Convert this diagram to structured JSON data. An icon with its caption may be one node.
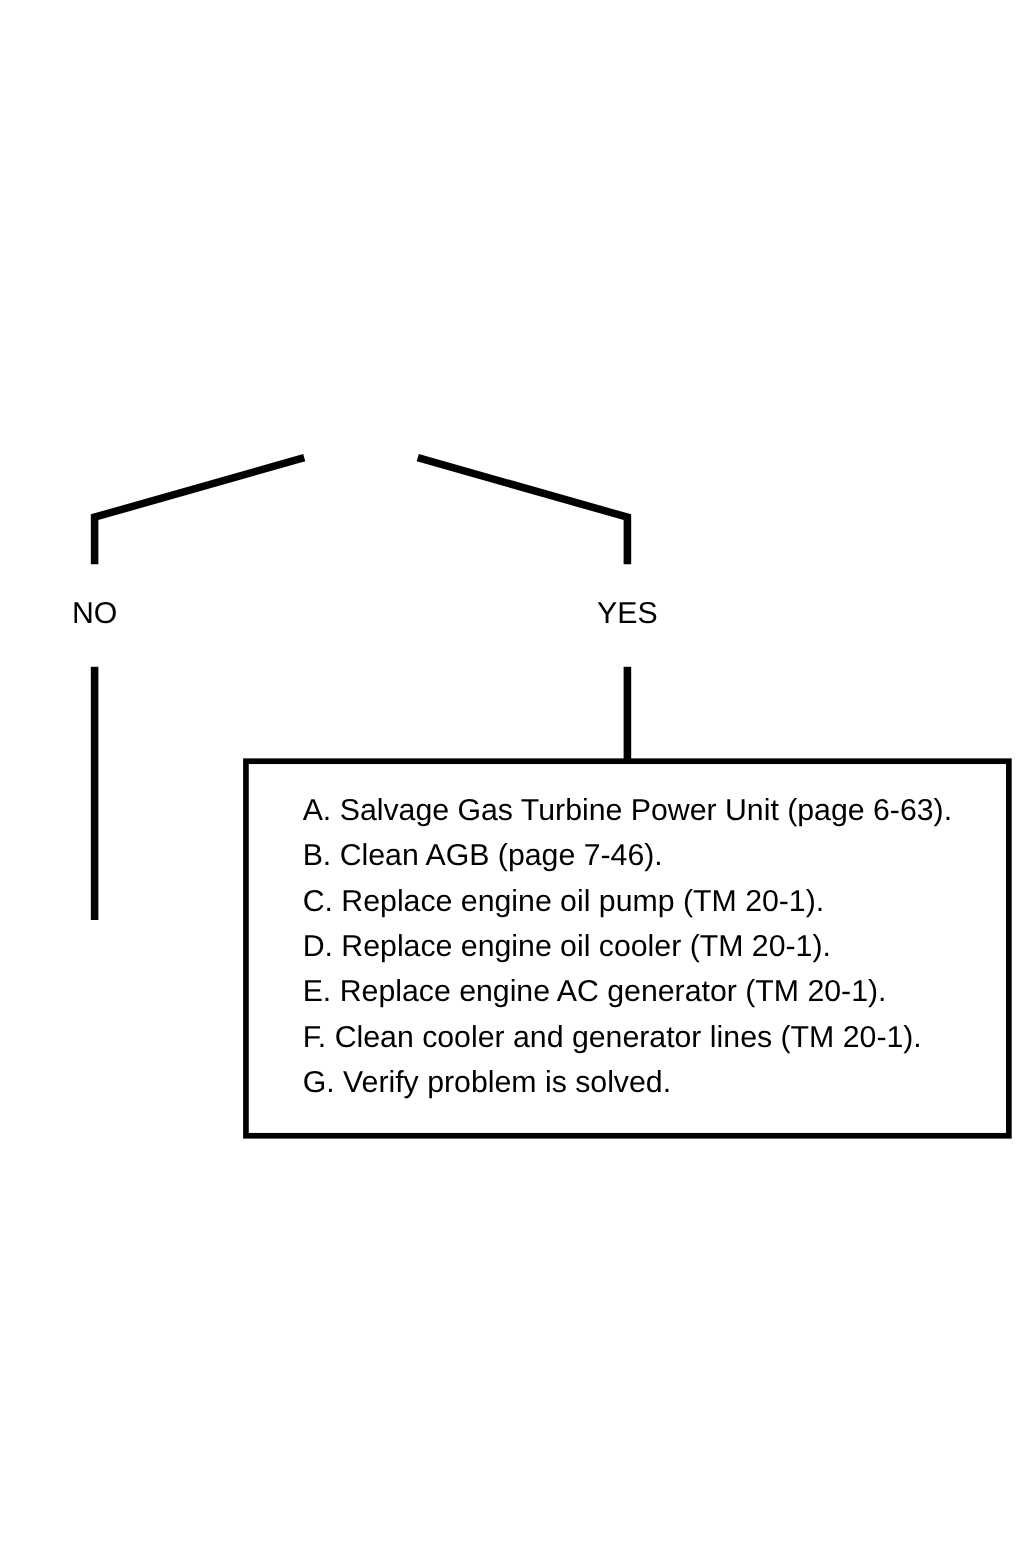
{
  "diagram": {
    "nodes": [
      {
        "text": [
          "NO"
        ]
      },
      {
        "text": [
          "YES"
        ]
      },
      {
        "text": [
          "A. Salvage Gas Turbine Power Unit (page 6-63).",
          "B. Clean AGB (page 7-46).",
          "C. Replace engine oil pump (TM 20-1).",
          "D. Replace engine oil cooler (TM 20-1).",
          "E. Replace engine AC generator (TM 20-1).",
          "F. Clean cooler and generator lines (TM 20-1).",
          "G. Verify problem is solved."
        ]
      }
    ],
    "edges": [
      {
        "from": null,
        "to": 0,
        "arrow": "none"
      },
      {
        "from": null,
        "to": 1,
        "arrow": "none"
      },
      {
        "from": 1,
        "to": 2,
        "arrow": "none"
      },
      {
        "from": 0,
        "to": null,
        "arrow": "none"
      }
    ]
  }
}
